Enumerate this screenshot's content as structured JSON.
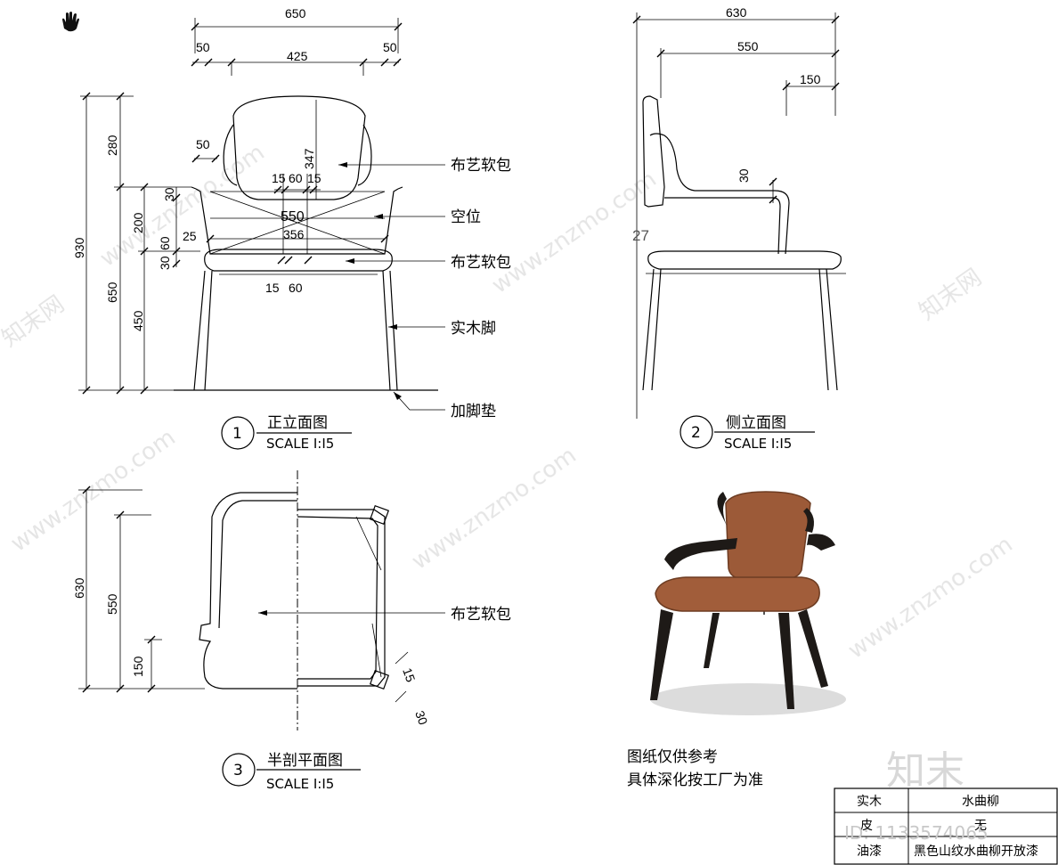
{
  "front_view": {
    "dims_top": {
      "overall": "650",
      "left_margin": "50",
      "inner": "425",
      "right_margin": "50"
    },
    "dims_left": {
      "total": "930",
      "d280": "280",
      "d650": "650",
      "d200": "200",
      "d450": "450",
      "d30a": "30",
      "d30b": "30",
      "d60": "60"
    },
    "dims_inner": {
      "d50": "50",
      "d15a": "15",
      "d60": "60",
      "d15b": "15",
      "d347": "347",
      "d550": "550",
      "d356": "356",
      "d25": "25",
      "d15c": "15",
      "d60b": "60"
    },
    "title": "正立面图",
    "number": "1",
    "scale": "SCALE I:I5"
  },
  "side_view": {
    "dims_top": {
      "overall": "630",
      "seat": "550",
      "arm": "150"
    },
    "dims_inner": {
      "d30": "30",
      "d27": "27"
    },
    "title": "侧立面图",
    "number": "2",
    "scale": "SCALE I:I5"
  },
  "plan_view": {
    "dims_left": {
      "d630": "630",
      "d550": "550",
      "d150": "150"
    },
    "dims_inner": {
      "d15": "15",
      "d30": "30"
    },
    "title": "半剖平面图",
    "number": "3",
    "scale": "SCALE I:I5"
  },
  "callouts": {
    "fabric_back": "布艺软包",
    "void": "空位",
    "fabric_seat": "布艺软包",
    "wood_leg": "实木脚",
    "foot_pad": "加脚垫",
    "fabric_plan": "布艺软包"
  },
  "notes": {
    "line1": "图纸仅供参考",
    "line2": "具体深化按工厂为准"
  },
  "spec_table": {
    "rows": [
      {
        "label": "实木",
        "value": "水曲柳"
      },
      {
        "label": "皮",
        "value": "无"
      },
      {
        "label": "油漆",
        "value": "黑色山纹水曲柳开放漆"
      }
    ]
  },
  "watermarks": {
    "brand": "知末",
    "site": "www.znzmo.com",
    "cn": "知末网",
    "id": "ID: 1133574065"
  }
}
